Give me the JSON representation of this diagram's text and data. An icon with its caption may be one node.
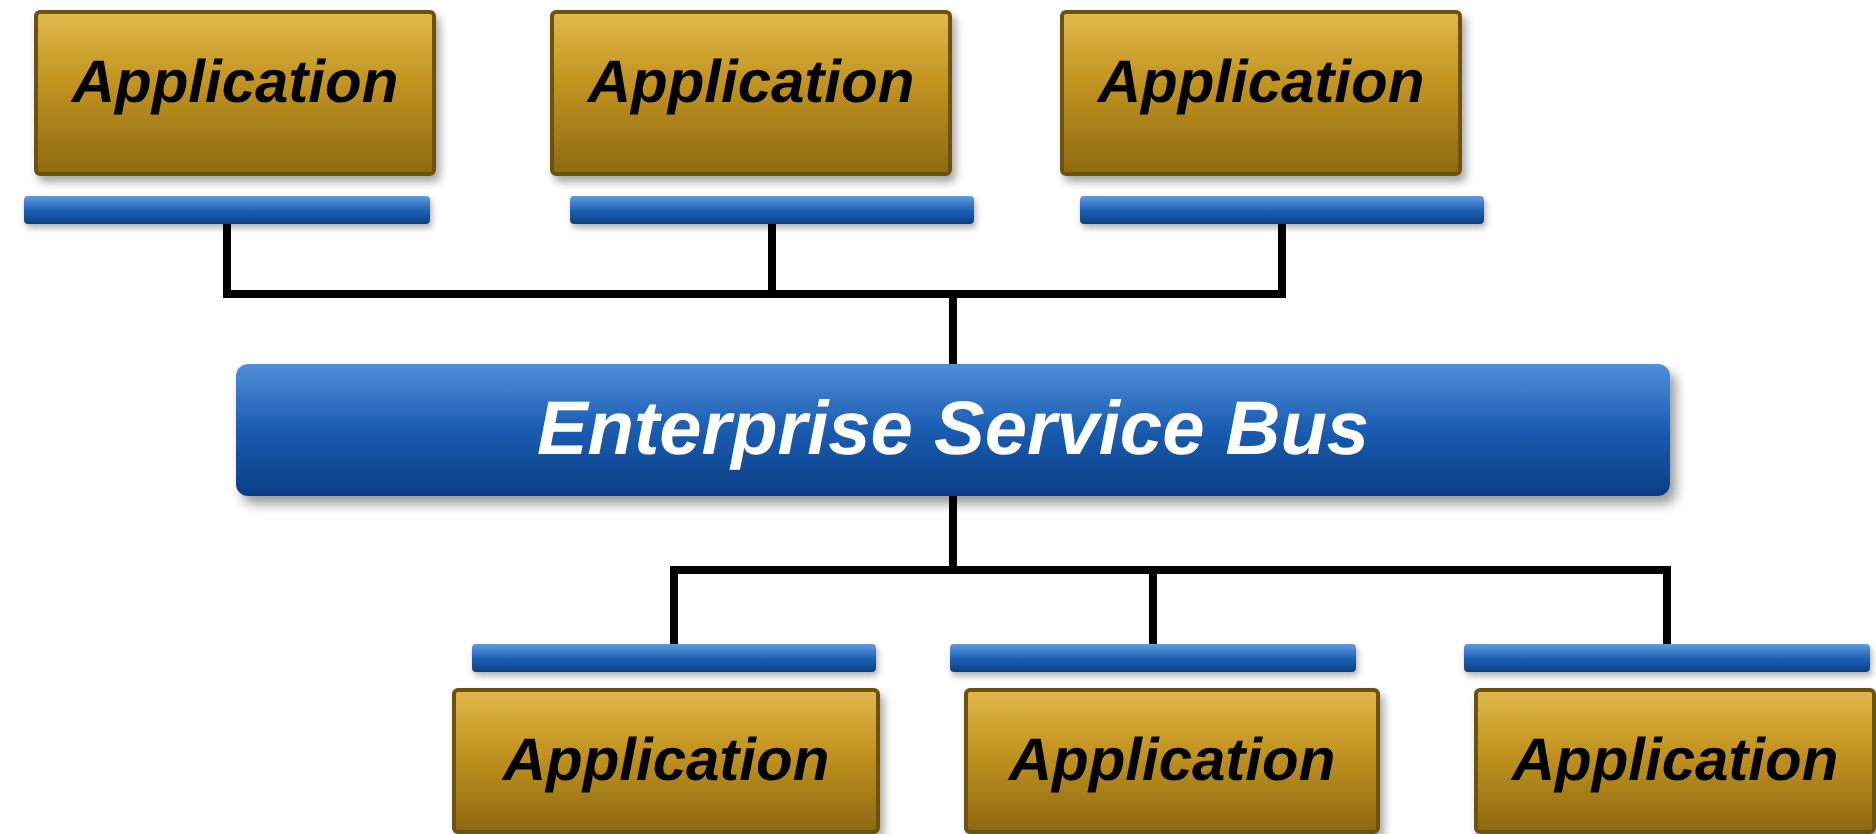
{
  "diagram": {
    "nodes": [
      {
        "text": [
          "Application"
        ]
      },
      {
        "text": [
          "Application"
        ]
      },
      {
        "text": [
          "Application"
        ]
      },
      {
        "text": [],
        "shape": "bar"
      },
      {
        "text": [],
        "shape": "bar"
      },
      {
        "text": [],
        "shape": "bar"
      },
      {
        "text": [
          "Enterprise Service Bus"
        ]
      },
      {
        "text": [],
        "shape": "bar"
      },
      {
        "text": [],
        "shape": "bar"
      },
      {
        "text": [],
        "shape": "bar"
      },
      {
        "text": [
          "Application"
        ]
      },
      {
        "text": [
          "Application"
        ]
      },
      {
        "text": [
          "Application"
        ]
      }
    ],
    "edges": [
      {
        "from": 3,
        "to": 6,
        "arrow": "none"
      },
      {
        "from": 4,
        "to": 6,
        "arrow": "none"
      },
      {
        "from": 5,
        "to": 6,
        "arrow": "none"
      },
      {
        "from": 6,
        "to": 7,
        "arrow": "none"
      },
      {
        "from": 6,
        "to": 8,
        "arrow": "none"
      },
      {
        "from": 6,
        "to": 9,
        "arrow": "none"
      }
    ]
  }
}
